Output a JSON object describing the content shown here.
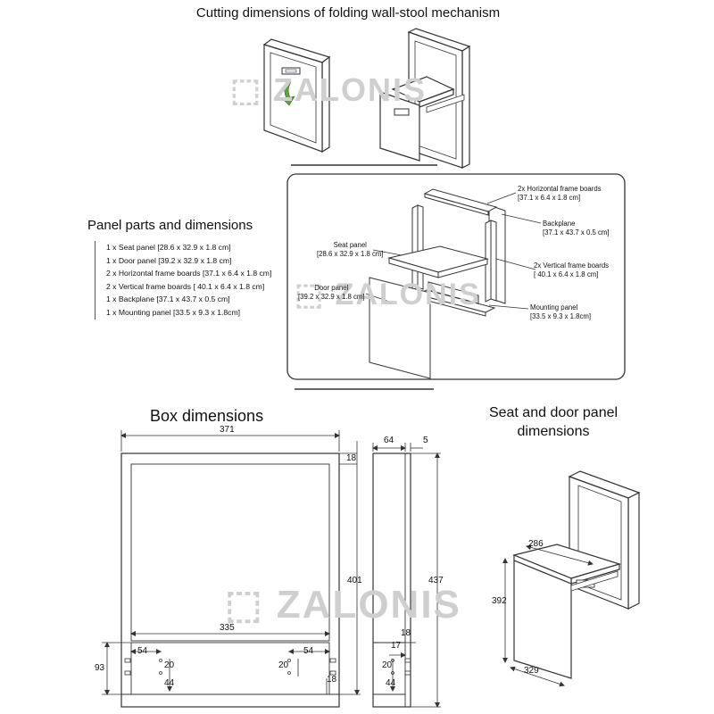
{
  "title": "Cutting dimensions of folding wall-stool mechanism",
  "panel_parts": {
    "heading": "Panel parts and dimensions",
    "items": [
      "1 x Seat panel [28.6 x 32.9 x 1.8 cm]",
      "1 x Door panel [39.2 x 32.9 x 1.8 cm]",
      "2 x Horizontal frame boards [37.1 x 6.4 x 1.8 cm]",
      "2 x Vertical frame boards [ 40.1 x 6.4 x 1.8 cm]",
      "1 x Backplane [37.1 x 43.7 x 0.5 cm]",
      "1 x Mounting panel [33.5 x 9.3 x 1.8cm]"
    ]
  },
  "exploded_labels": {
    "horizontal_frame": [
      "2x Horizontal frame boards",
      "[37.1 x 6.4 x 1.8 cm]"
    ],
    "backplane": [
      "Backplane",
      "[37.1 x 43.7 x 0.5 cm]"
    ],
    "seat": [
      "Seat panel",
      "[28.6 x 32.9 x 1.8 cm]"
    ],
    "vertical_frame": [
      "2x Vertical frame boards",
      "[ 40.1 x 6.4 x 1.8 cm]"
    ],
    "door": [
      "Door panel",
      "[39.2 x 32.9 x 1.8 cm]"
    ],
    "mounting": [
      "Mounting panel",
      "[33.5 x 9.3 x 1.8cm]"
    ]
  },
  "box_heading": "Box dimensions",
  "seat_heading": "Seat and door panel dimensions",
  "box_front_dims": {
    "width": "371",
    "top_board": "18",
    "height": "401",
    "inner_width": "335",
    "left_offset": "54",
    "right_offset": "54",
    "hole_spacing_left": "20",
    "hole_spacing_right": "20",
    "hole_drop": "44",
    "mount_height": "93",
    "bottom_board": "18"
  },
  "box_side_dims": {
    "depth": "64",
    "backplane": "5",
    "height": "437",
    "board": "18",
    "inset": "17",
    "hole_spacing": "20",
    "hole_drop": "44"
  },
  "seat_dims": {
    "seat_depth": "286",
    "door_height": "392",
    "door_width": "329"
  },
  "watermark": "ZALONIS",
  "colors": {
    "line": "#333333",
    "arrow": "#5aa83c",
    "watermark": "#cfcfcf"
  }
}
